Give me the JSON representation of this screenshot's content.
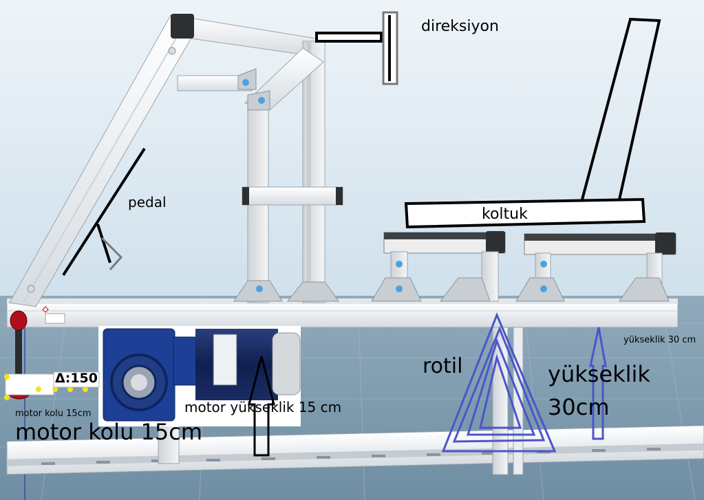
{
  "labels": {
    "direksiyon": "direksiyon",
    "pedal": "pedal",
    "koltuk": "koltuk",
    "rotil": "rotil",
    "yukseklik_big_line1": "yükseklik",
    "yukseklik_big_line2": "30cm",
    "yukseklik_small": "yükseklik 30 cm",
    "motor_yukseklik": "motor yükseklik 15 cm",
    "motor_kolu_small": "motor kolu 15cm",
    "motor_kolu_big": "motor kolu 15cm"
  },
  "dimension_readout": {
    "symbol": "Δ",
    "value": "150"
  },
  "colors": {
    "sky": "#cfe0ec",
    "floor": "#7f9cb0",
    "frame": "#f2f4f6",
    "frame_shadow": "#b9c2ca",
    "bracket": "#c9ced3",
    "cap": "#2d2f31",
    "motor_blue": "#1f3f8f",
    "motor_gearbox": "#1d3f95",
    "motor_can": "#14245a",
    "lever_red": "#b0101a",
    "blue_ink": "#4b55c9",
    "black_ink": "#000000"
  }
}
